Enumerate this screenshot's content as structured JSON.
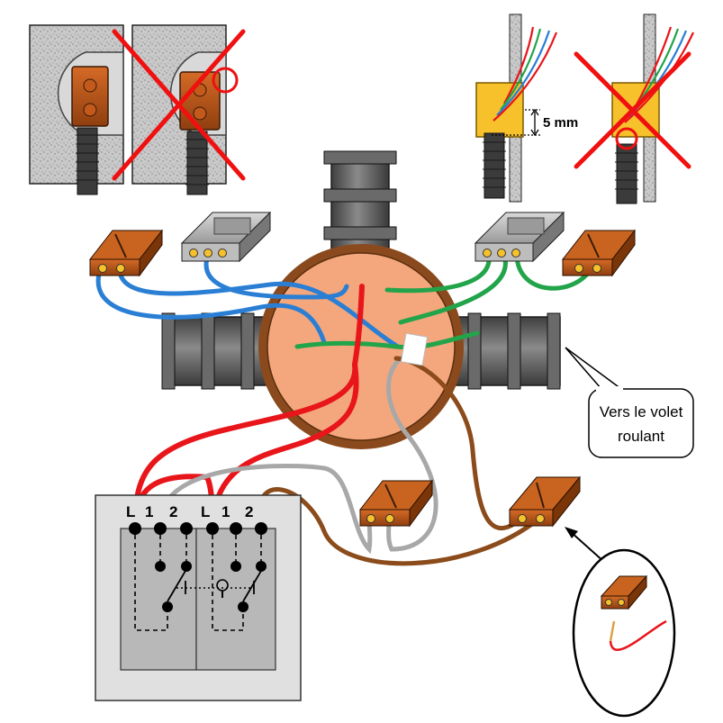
{
  "callout": {
    "line1": "Vers le volet",
    "line2": "roulant"
  },
  "gap_label": "5 mm",
  "switch_terminals": {
    "left": [
      "L",
      "1",
      "2"
    ],
    "right": [
      "L",
      "1",
      "2"
    ]
  },
  "colors": {
    "live": "#e8151a",
    "neutral": "#2a7fd4",
    "earth_green": "#22a44a",
    "brown": "#8b4b1b",
    "grey": "#a8a8a8",
    "connector": "#b4571b",
    "cross": "#f01010",
    "box_fill": "#f4a77c",
    "box_ring": "#8a4a1d",
    "conduit": "#5a5a5a",
    "backbox": "#f6c12b"
  }
}
